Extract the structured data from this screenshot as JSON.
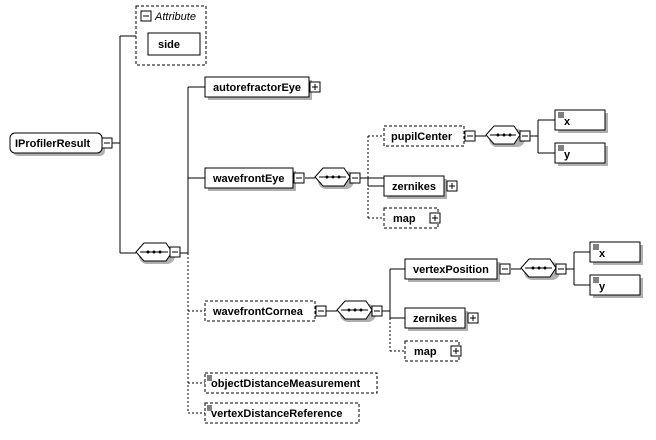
{
  "diagram": {
    "root": "IProfilerResult",
    "attribute_group": {
      "title": "Attribute",
      "attribute": "side"
    },
    "elements": {
      "autorefractorEye": "autorefractorEye",
      "wavefrontEye": "wavefrontEye",
      "wavefrontCornea": "wavefrontCornea",
      "objectDistanceMeasurement": "objectDistanceMeasurement",
      "vertexDistanceReference": "vertexDistanceReference",
      "pupilCenter": "pupilCenter",
      "zernikes_eye": "zernikes",
      "map_eye": "map",
      "vertexPosition": "vertexPosition",
      "zernikes_cornea": "zernikes",
      "map_cornea": "map",
      "pupil_x": "x",
      "pupil_y": "y",
      "vertex_x": "x",
      "vertex_y": "y"
    }
  }
}
